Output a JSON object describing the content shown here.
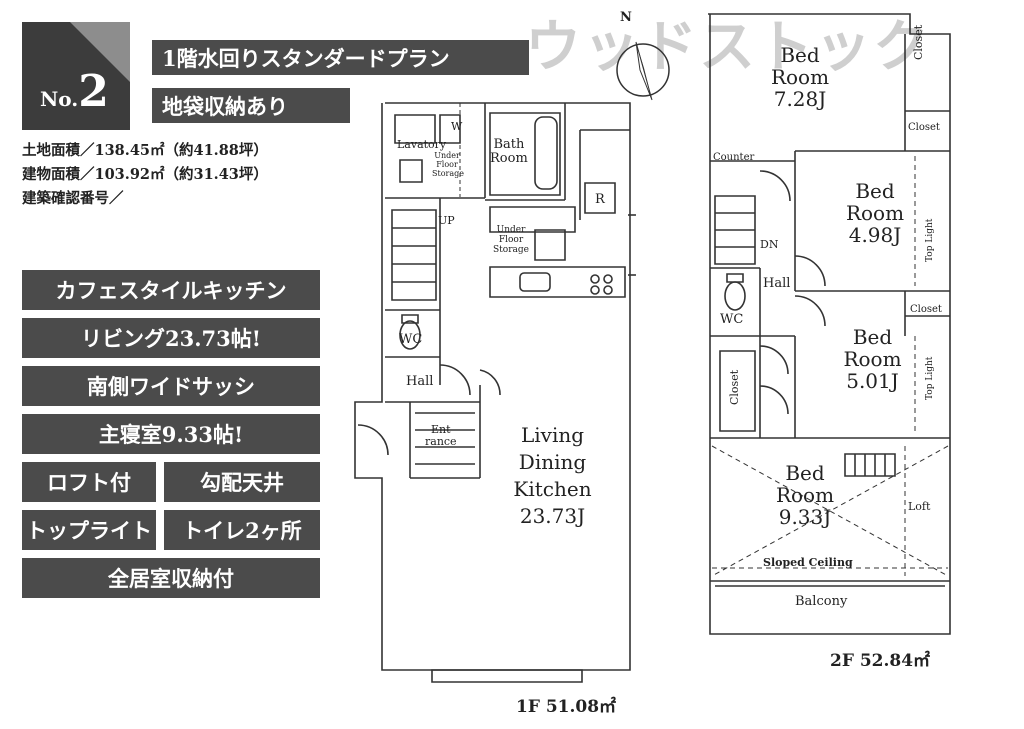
{
  "badge": {
    "no_prefix": "No.",
    "no_value": "2"
  },
  "headlines": [
    "1階水回りスタンダードプラン",
    "地袋収納あり"
  ],
  "specs": [
    "土地面積／138.45㎡（約41.88坪）",
    "建物面積／103.92㎡（約31.43坪）",
    "建築確認番号／"
  ],
  "features": [
    "カフェスタイルキッチン",
    "リビング23.73帖!",
    "南側ワイドサッシ",
    "主寝室9.33帖!",
    "ロフト付",
    "勾配天井",
    "トップライト",
    "トイレ2ヶ所",
    "全居室収納付"
  ],
  "watermark": "ウッドストック",
  "compass": {
    "north": "N"
  },
  "floor1": {
    "area_label": "1F 51.08㎡",
    "lavatory": "Lavatory",
    "w": "W",
    "under_floor_storage_a": [
      "Under",
      "Floor",
      "Storage"
    ],
    "bath": [
      "Bath",
      "Room"
    ],
    "r": "R",
    "up": "UP",
    "under_floor_storage_b": [
      "Under",
      "Floor",
      "Storage"
    ],
    "wc": "WC",
    "hall": "Hall",
    "entrance": [
      "Ent",
      "rance"
    ],
    "ldk": [
      "Living",
      "Dining",
      "Kitchen",
      "23.73J"
    ]
  },
  "floor2": {
    "area_label": "2F 52.84㎡",
    "bed1": [
      "Bed",
      "Room",
      "7.28J"
    ],
    "closet_a": "Closet",
    "closet_b": "Closet",
    "counter": "Counter",
    "bed2": [
      "Bed",
      "Room",
      "4.98J"
    ],
    "top_light_a": "Top Light",
    "dn": "DN",
    "hall": "Hall",
    "wc": "WC",
    "closet_c": "Closet",
    "bed3": [
      "Bed",
      "Room",
      "5.01J"
    ],
    "top_light_b": "Top Light",
    "closet_d": "Closet",
    "bed4": [
      "Bed",
      "Room",
      "9.33J"
    ],
    "loft": "Loft",
    "sloped": "Sloped Ceiling",
    "balcony": "Balcony"
  }
}
